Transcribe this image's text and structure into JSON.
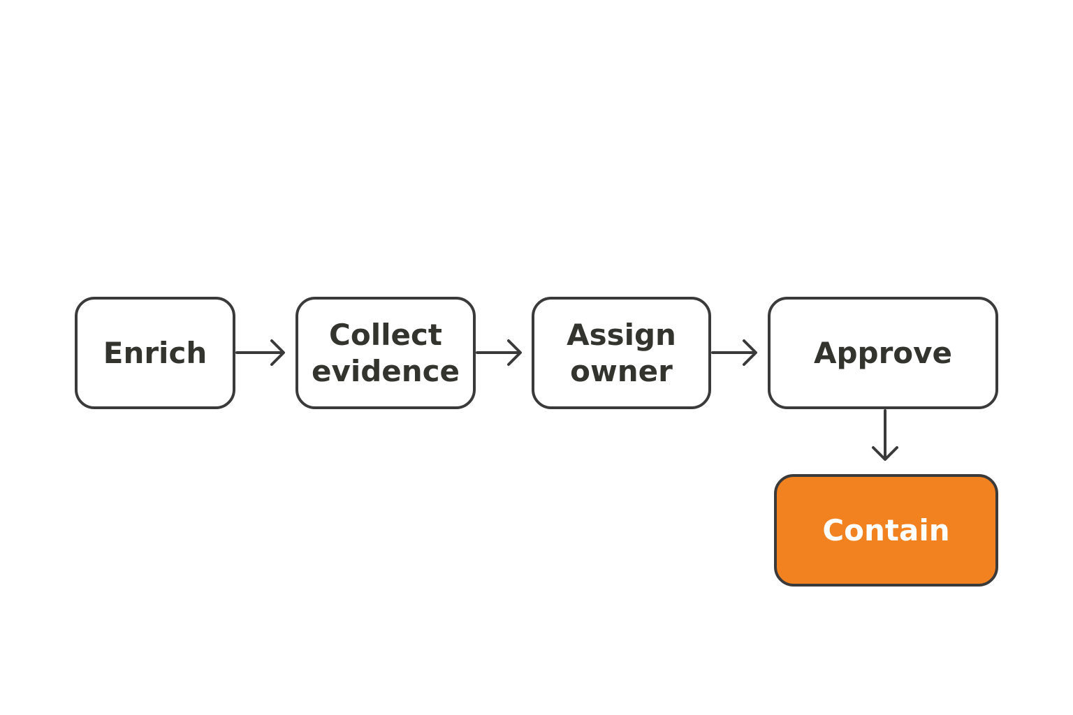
{
  "diagram": {
    "nodes": [
      {
        "id": "enrich",
        "label": "Enrich"
      },
      {
        "id": "collect",
        "label": "Collect\nevidence"
      },
      {
        "id": "assign",
        "label": "Assign\nowner"
      },
      {
        "id": "approve",
        "label": "Approve"
      },
      {
        "id": "contain",
        "label": "Contain"
      }
    ],
    "edges": [
      {
        "from": "enrich",
        "to": "collect"
      },
      {
        "from": "collect",
        "to": "assign"
      },
      {
        "from": "assign",
        "to": "approve"
      },
      {
        "from": "approve",
        "to": "contain"
      }
    ],
    "colors": {
      "stroke": "#3a3a3a",
      "text": "#33342e",
      "accent_fill": "#f28220",
      "accent_text": "#ffffff",
      "background": "#ffffff"
    }
  }
}
